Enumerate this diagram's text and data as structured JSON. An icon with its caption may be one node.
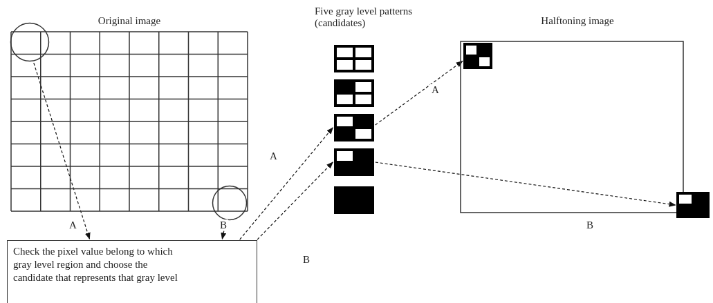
{
  "diagram": {
    "nodes": [
      {
        "text": [
          "Original image"
        ]
      },
      {
        "text": [],
        "shape": "circle",
        "in": 0
      },
      {
        "text": [],
        "shape": "circle",
        "in": 0
      },
      {
        "text": [
          "Check the pixel value belong to which gray level region and choose the candidate that represents that gray level"
        ]
      },
      {
        "text": [],
        "shape": "box"
      },
      {
        "text": [],
        "shape": "box"
      },
      {
        "text": [],
        "shape": "box"
      },
      {
        "text": [],
        "shape": "box"
      },
      {
        "text": [],
        "shape": "box"
      },
      {
        "text": [
          "Halftoning image"
        ]
      },
      {
        "text": [],
        "shape": "box",
        "in": 9
      },
      {
        "text": [],
        "shape": "box"
      }
    ],
    "edges": [
      {
        "from": 1,
        "to": 3,
        "arrow": "to",
        "style": "dashed",
        "label": "A"
      },
      {
        "from": 2,
        "to": 3,
        "arrow": "to",
        "style": "dashed",
        "label": "B"
      },
      {
        "from": 3,
        "to": 6,
        "arrow": "to",
        "style": "dashed",
        "label": "A"
      },
      {
        "from": 3,
        "to": 7,
        "arrow": "to",
        "style": "dashed",
        "label": "B"
      },
      {
        "from": 6,
        "to": 10,
        "arrow": "to",
        "style": "dashed",
        "label": "A"
      },
      {
        "from": 7,
        "to": 11,
        "arrow": "to",
        "style": "dashed",
        "label": "B"
      }
    ],
    "labels": [
      "Five gray level patterns (candidates)"
    ]
  }
}
